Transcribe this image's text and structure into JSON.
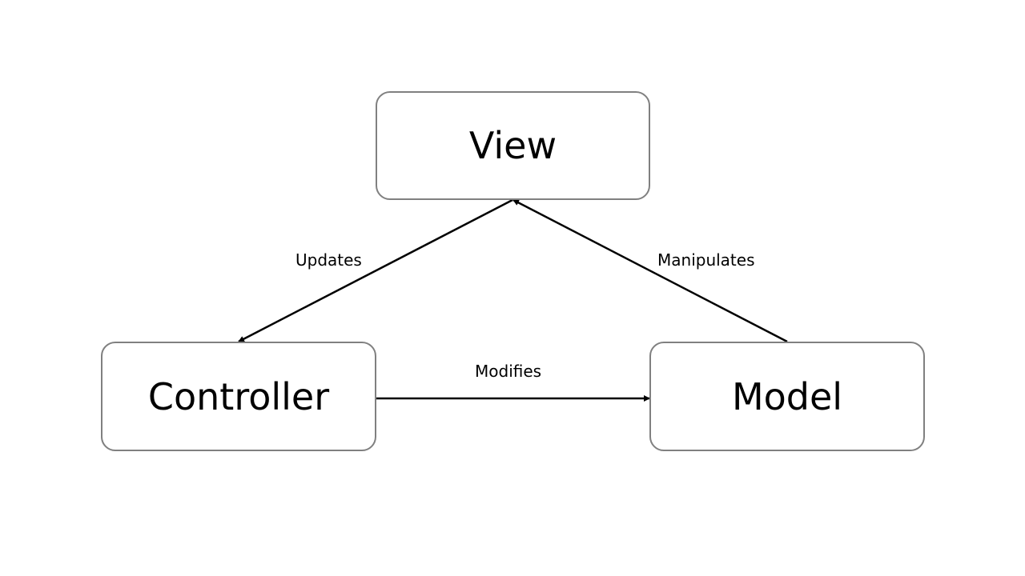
{
  "nodes": {
    "view": "View",
    "controller": "Controller",
    "model": "Model"
  },
  "edges": {
    "updates": {
      "label": "Updates",
      "from": "View",
      "to": "Controller"
    },
    "manipulates": {
      "label": "Manipulates",
      "from": "Model",
      "to": "View"
    },
    "modifies": {
      "label": "Modifies",
      "from": "Controller",
      "to": "Model"
    }
  },
  "colors": {
    "node_border": "#808080",
    "arrow": "#000000",
    "text": "#000000",
    "background": "#ffffff"
  }
}
